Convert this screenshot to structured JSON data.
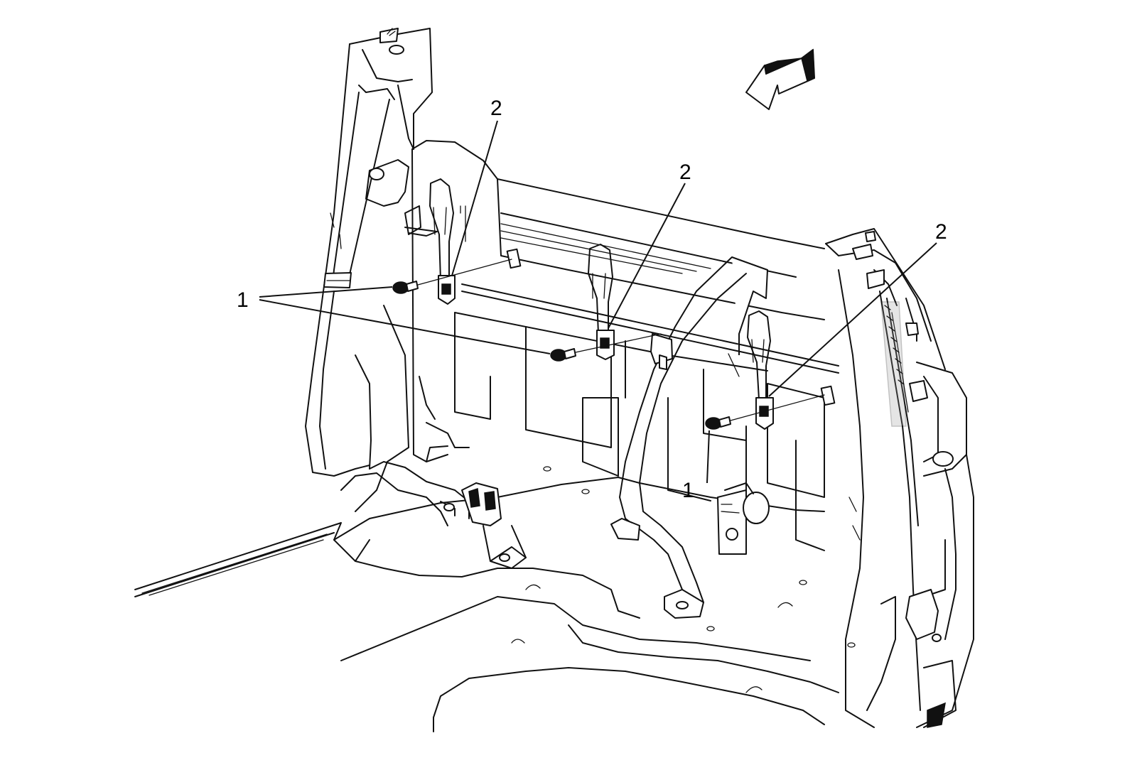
{
  "callouts": {
    "fastener_left": "1",
    "fastener_right": "1",
    "anchor_left": "2",
    "anchor_center": "2",
    "anchor_right": "2"
  },
  "icons": {
    "direction_arrow": "forward-arrow-icon"
  }
}
